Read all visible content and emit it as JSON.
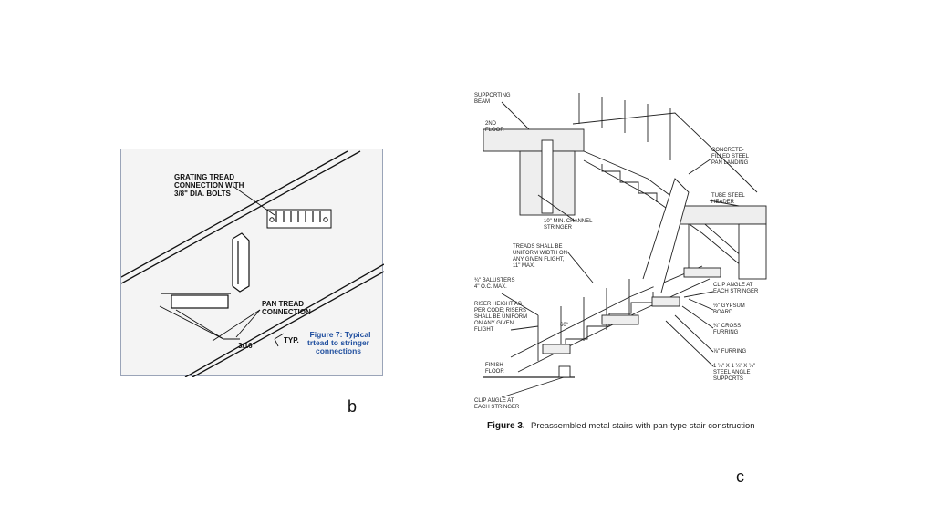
{
  "panel_b": {
    "labels": {
      "grating_1": "GRATING TREAD",
      "grating_2": "CONNECTION WITH",
      "grating_3": "3/8\" DIA. BOLTS",
      "pan_1": "PAN TREAD",
      "pan_2": "CONNECTION",
      "weld": "3/16\"",
      "typ": "TYP."
    },
    "caption": {
      "line1": "Figure 7: Typical",
      "line2": "trtead to stringer",
      "line3": "connections"
    },
    "letter": "b",
    "caption_color": "#1f4e9e"
  },
  "panel_c": {
    "labels": {
      "supporting_1": "SUPPORTING",
      "supporting_2": "BEAM",
      "floor2_1": "2ND",
      "floor2_2": "FLOOR",
      "channel_1": "10\" MIN. CHANNEL",
      "channel_2": "STRINGER",
      "concrete_1": "CONCRETE-",
      "concrete_2": "FILLED STEEL",
      "concrete_3": "PAN LANDING",
      "tube_1": "TUBE STEEL",
      "tube_2": "HEADER",
      "treads_1": "TREADS SHALL BE",
      "treads_2": "UNIFORM WIDTH ON",
      "treads_3": "ANY GIVEN FLIGHT,",
      "treads_4": "11\" MAX.",
      "balusters_1": "¾\" BALUSTERS",
      "balusters_2": "4\" O.C. MAX.",
      "clip_top_1": "CLIP ANGLE AT",
      "clip_top_2": "EACH STRINGER",
      "gypsum_1": "½\" GYPSUM",
      "gypsum_2": "BOARD",
      "cross_1": "¾\" CROSS",
      "cross_2": "FURRING",
      "riser_1": "RISER HEIGHT AS",
      "riser_2": "PER CODE; RISERS",
      "riser_3": "SHALL BE UNIFORM",
      "riser_4": "ON ANY GIVEN",
      "riser_5": "FLIGHT",
      "angle": "60°",
      "furring": "⅞\" FURRING",
      "steel_1": "1 ¼\" X 1 ¼\" X ⅛\"",
      "steel_2": "STEEL ANGLE",
      "steel_3": "SUPPORTS",
      "finish_1": "FINISH",
      "finish_2": "FLOOR",
      "clip_bot_1": "CLIP ANGLE AT",
      "clip_bot_2": "EACH STRINGER"
    },
    "caption_label": "Figure 3.",
    "caption_text": "Preassembled metal stairs with pan-type stair construction",
    "letter": "c"
  }
}
